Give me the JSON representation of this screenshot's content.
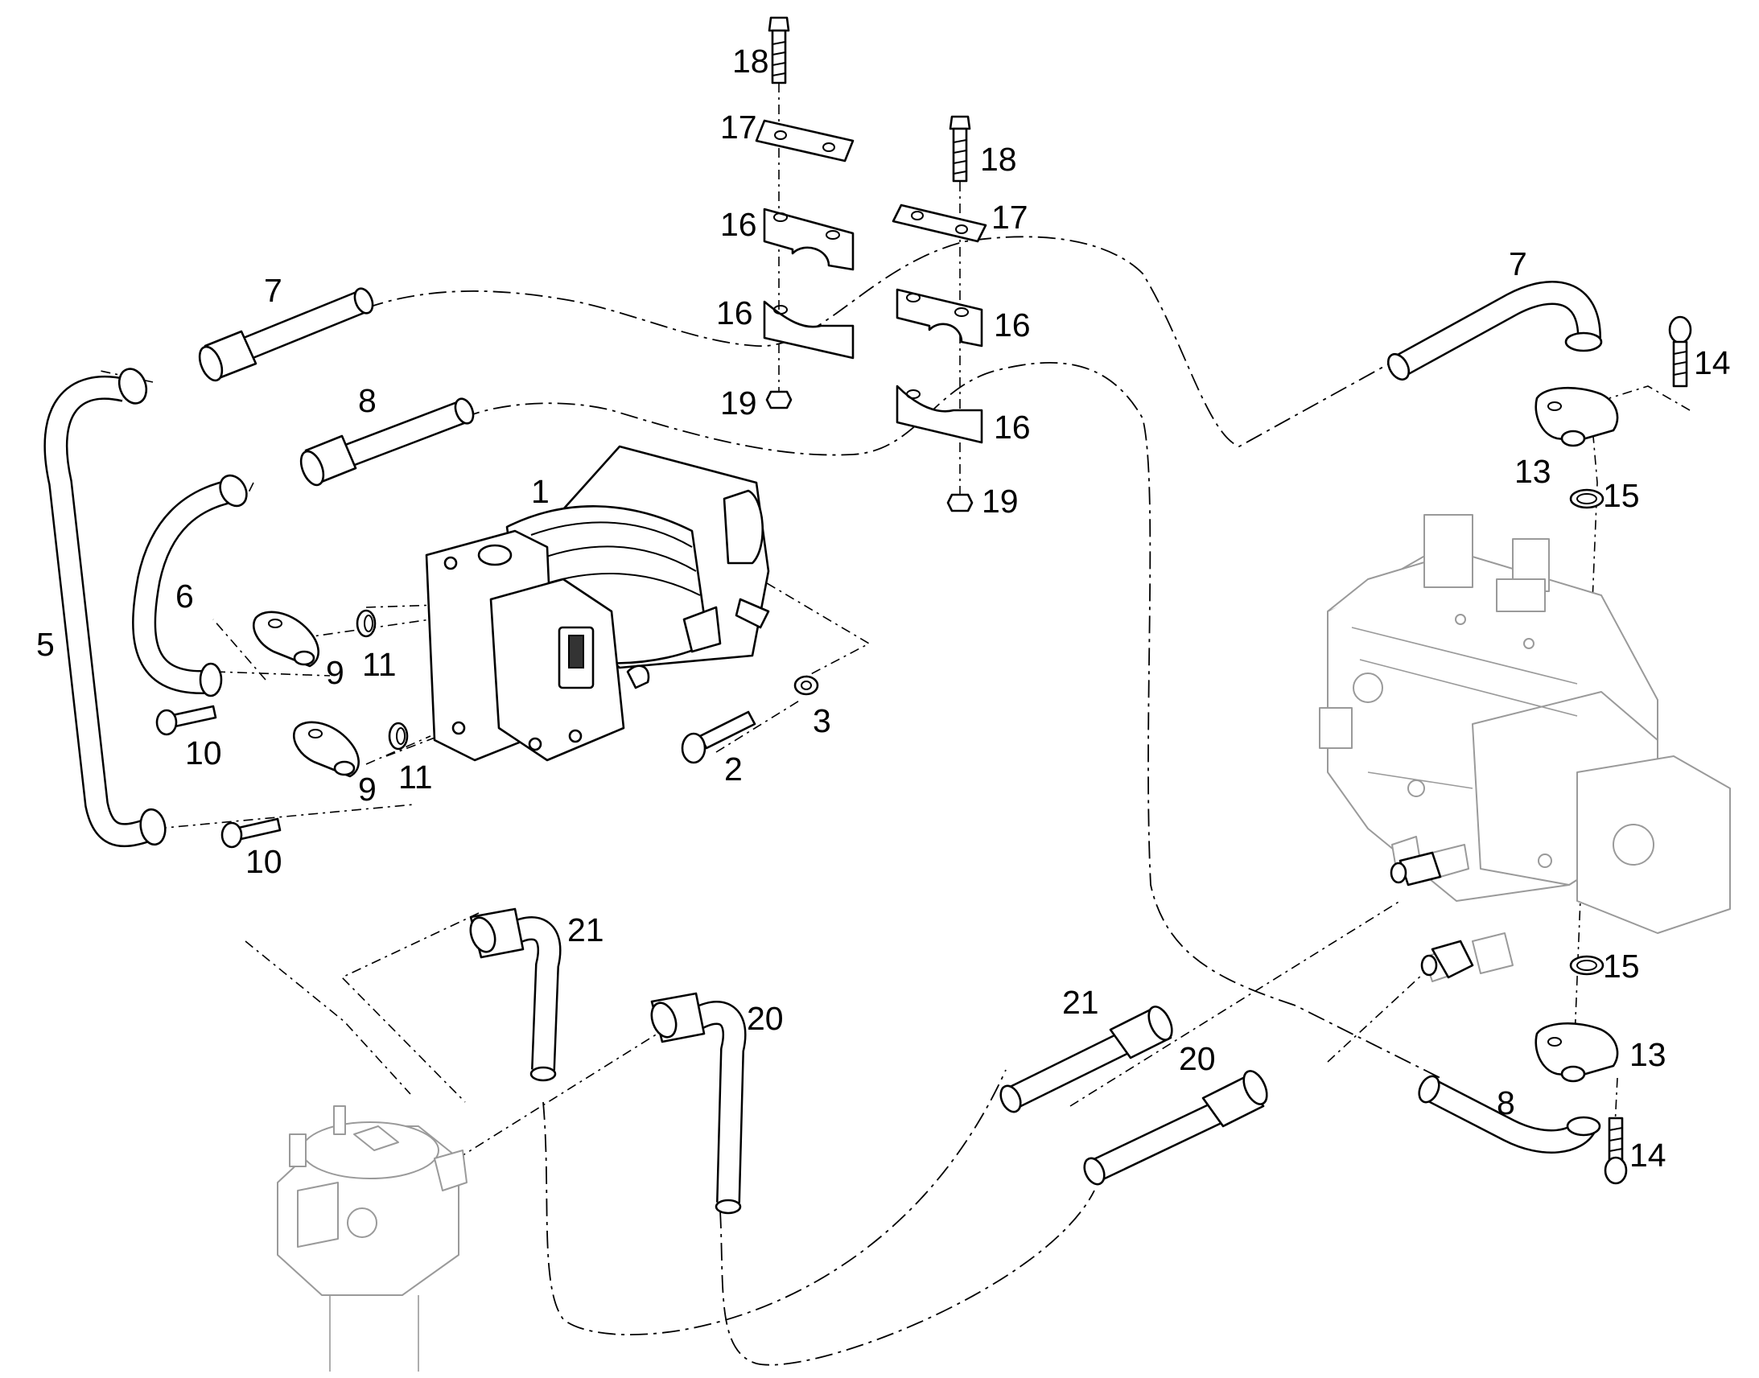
{
  "callouts": {
    "c1": "1",
    "c2": "2",
    "c3": "3",
    "c5": "5",
    "c6": "6",
    "c7a": "7",
    "c7b": "7",
    "c8a": "8",
    "c8b": "8",
    "c9a": "9",
    "c9b": "9",
    "c10a": "10",
    "c10b": "10",
    "c11a": "11",
    "c11b": "11",
    "c13a": "13",
    "c13b": "13",
    "c14a": "14",
    "c14b": "14",
    "c15a": "15",
    "c15b": "15",
    "c16a": "16",
    "c16b": "16",
    "c16c": "16",
    "c16d": "16",
    "c17a": "17",
    "c17b": "17",
    "c18a": "18",
    "c18b": "18",
    "c19a": "19",
    "c19b": "19",
    "c20a": "20",
    "c20b": "20",
    "c21a": "21",
    "c21b": "21"
  }
}
